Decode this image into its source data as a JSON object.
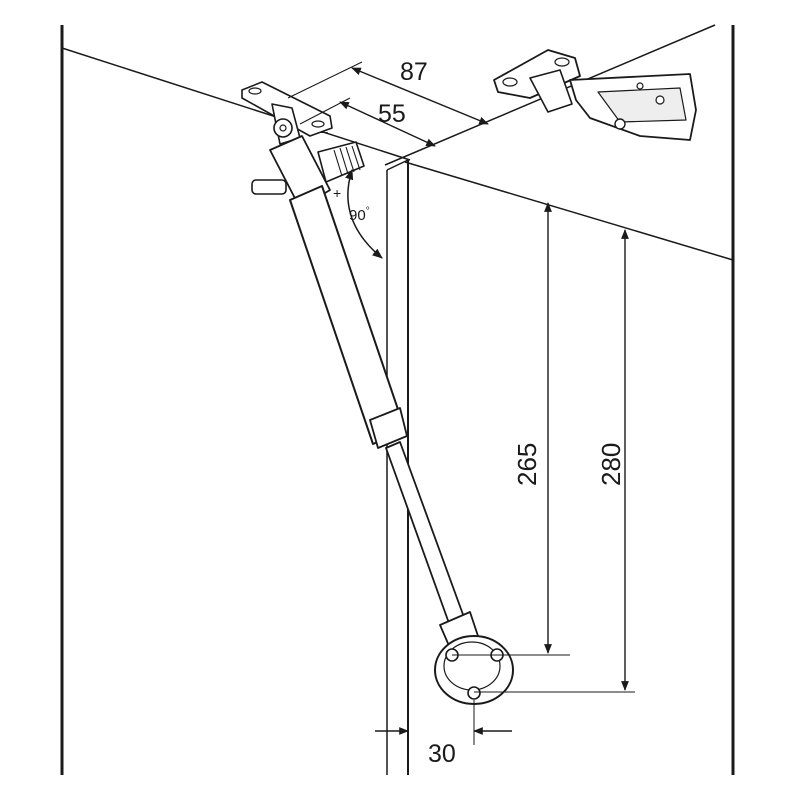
{
  "diagram": {
    "dimensions": {
      "lid_mount_87": "87",
      "lid_mount_55": "55",
      "stay_length_265": "265",
      "stay_length_280": "280",
      "side_offset_30": "30"
    },
    "angle_label": "90",
    "angle_unit": "°",
    "symbols": {
      "minus_sign": "–",
      "plus_sign": "+"
    },
    "colors": {
      "line": "#1a1a1a",
      "fill": "#ffffff",
      "shade": "#d9d9d9"
    }
  }
}
